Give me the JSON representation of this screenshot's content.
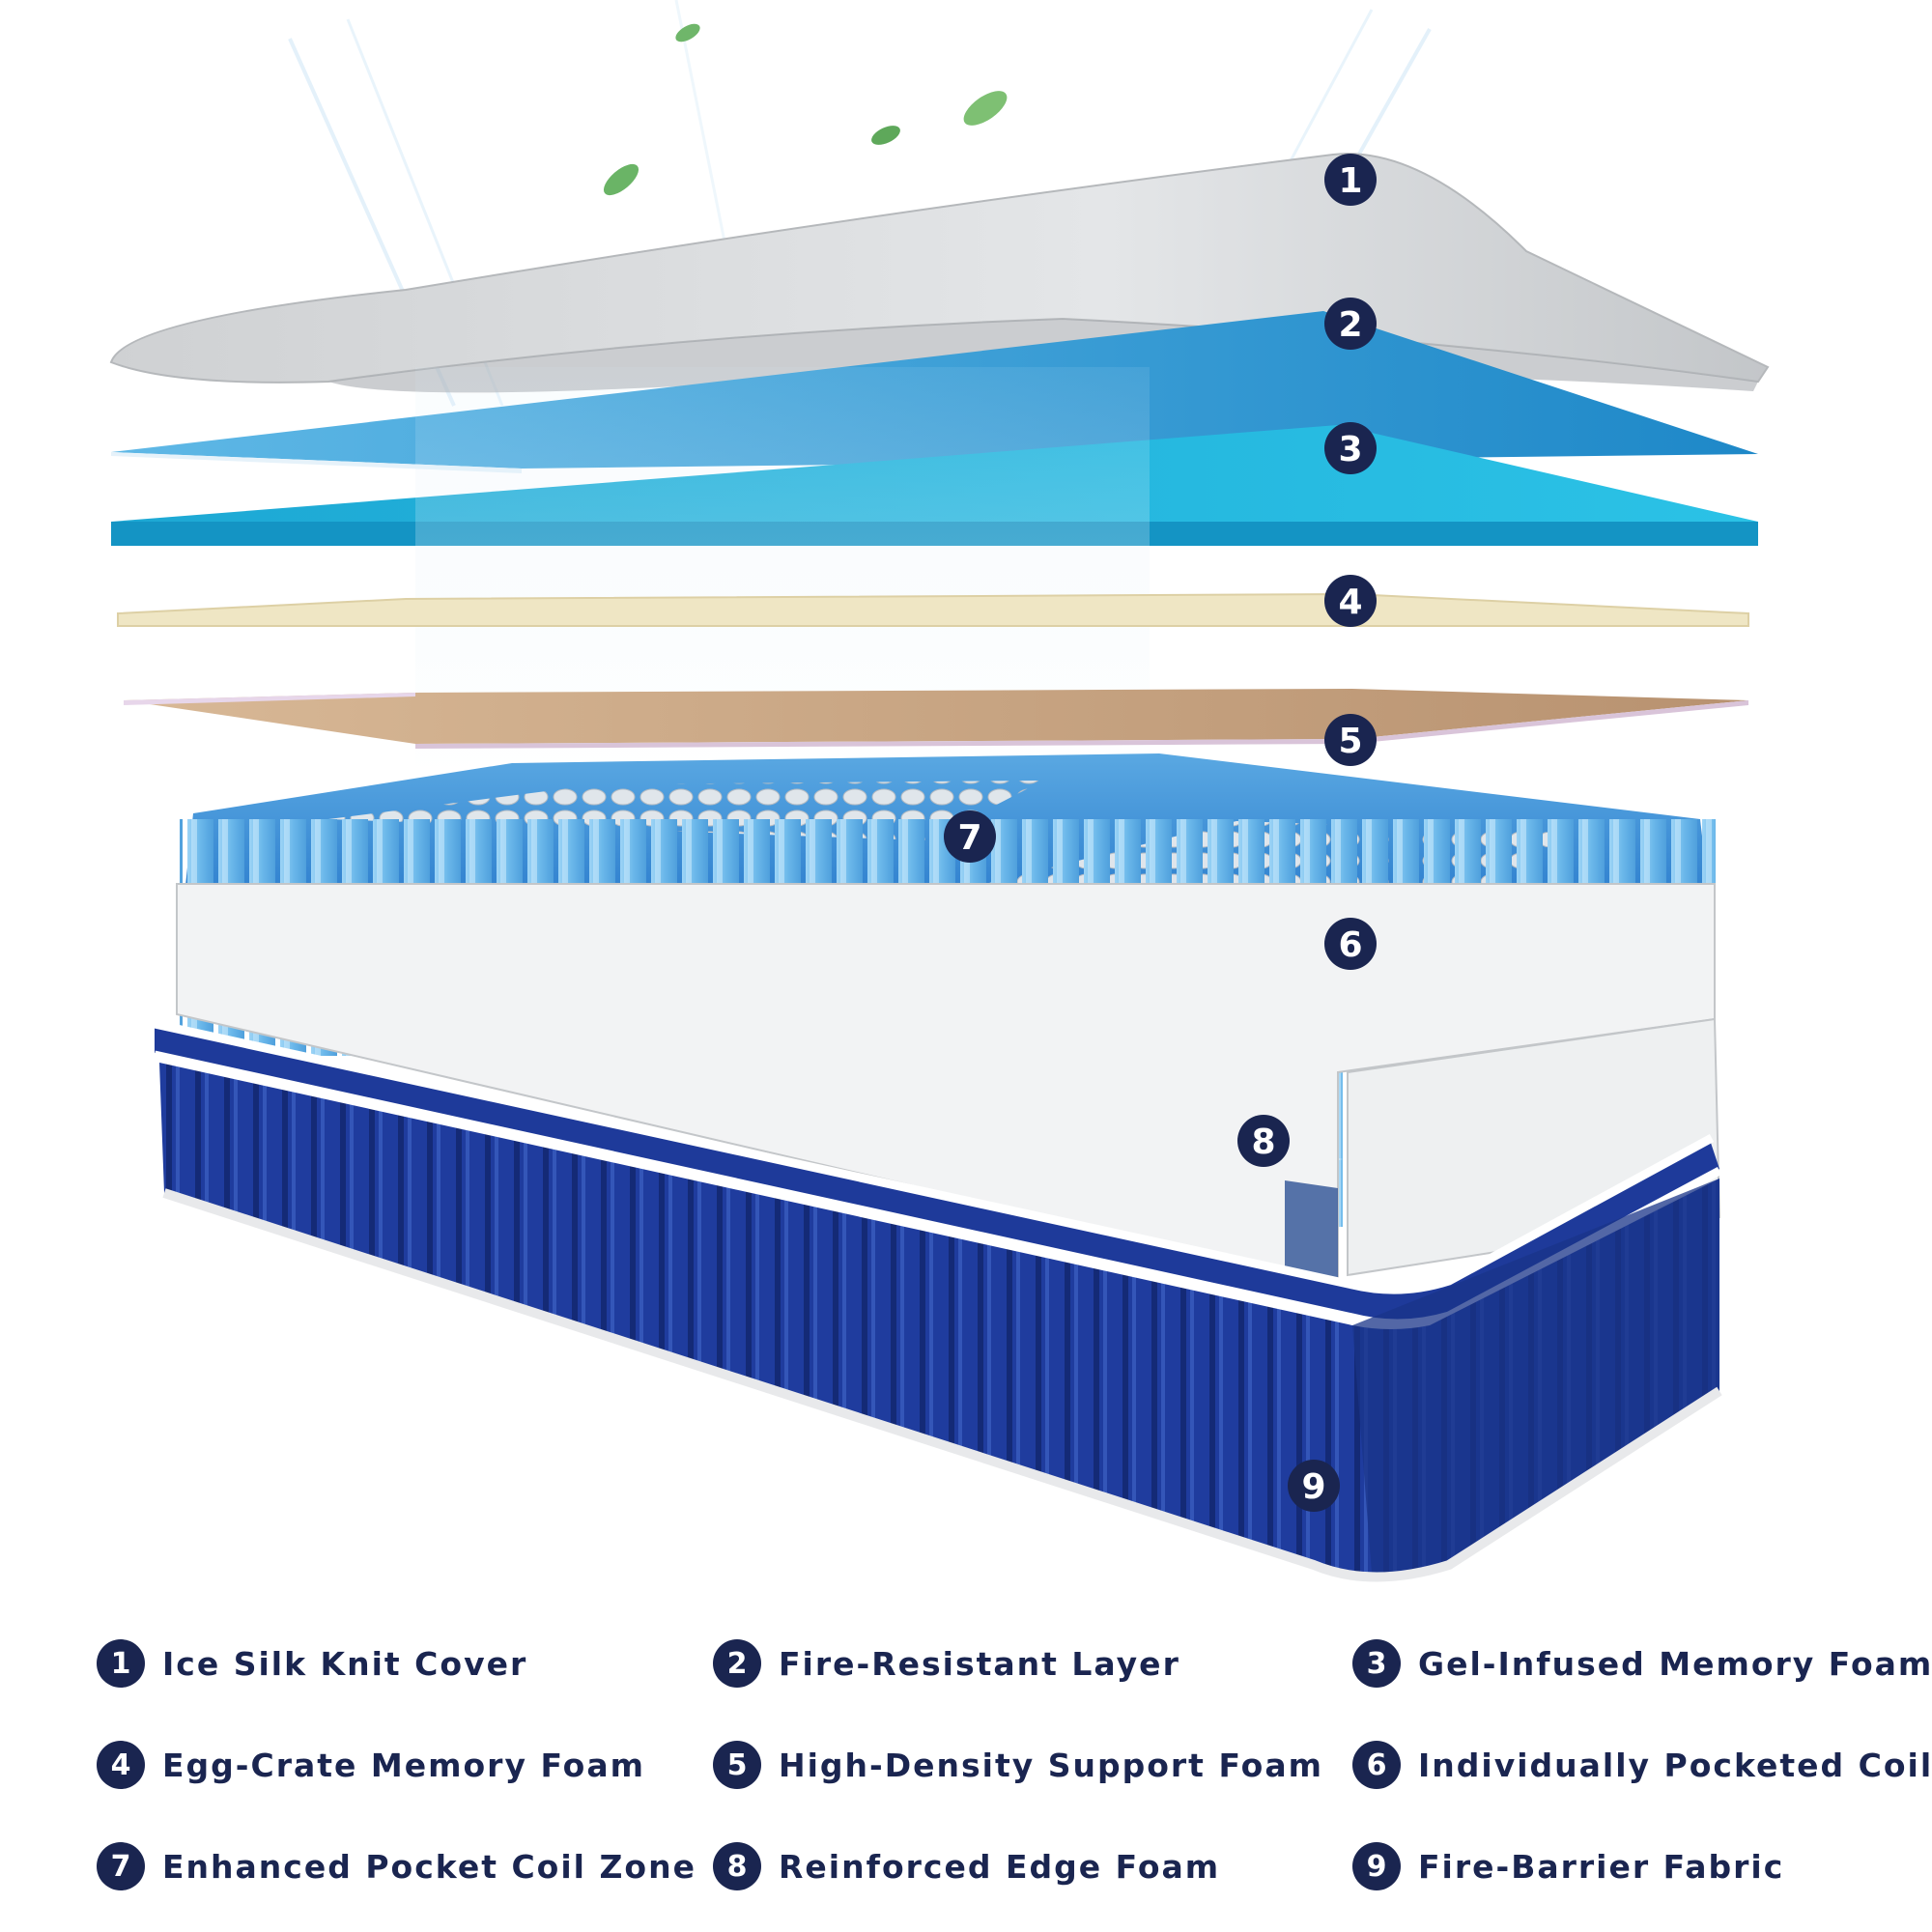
{
  "colors": {
    "badge_fill": "#1a2550",
    "badge_text": "#ffffff",
    "legend_text": "#1a2550",
    "cover": "#d6d8da",
    "fire_layer": "#3aa0d8",
    "gel_foam": "#23b7dd",
    "egg_crate": "#efe6c4",
    "support_foam": "#c9a886",
    "coils": "#7cc2ee",
    "edge_foam": "#f1f2f3",
    "base_fabric": "#1e3a9a"
  },
  "icons": [
    "leaf-icon"
  ],
  "layers": [
    {
      "number": "1",
      "label": "Ice Silk Knit Cover"
    },
    {
      "number": "2",
      "label": "Fire-Resistant Layer"
    },
    {
      "number": "3",
      "label": "Gel-Infused Memory Foam"
    },
    {
      "number": "4",
      "label": "Egg-Crate Memory Foam"
    },
    {
      "number": "5",
      "label": "High-Density Support Foam"
    },
    {
      "number": "6",
      "label": "Individually Pocketed Coils"
    },
    {
      "number": "7",
      "label": "Enhanced Pocket Coil Zone"
    },
    {
      "number": "8",
      "label": "Reinforced Edge Foam"
    },
    {
      "number": "9",
      "label": "Fire-Barrier Fabric"
    }
  ]
}
